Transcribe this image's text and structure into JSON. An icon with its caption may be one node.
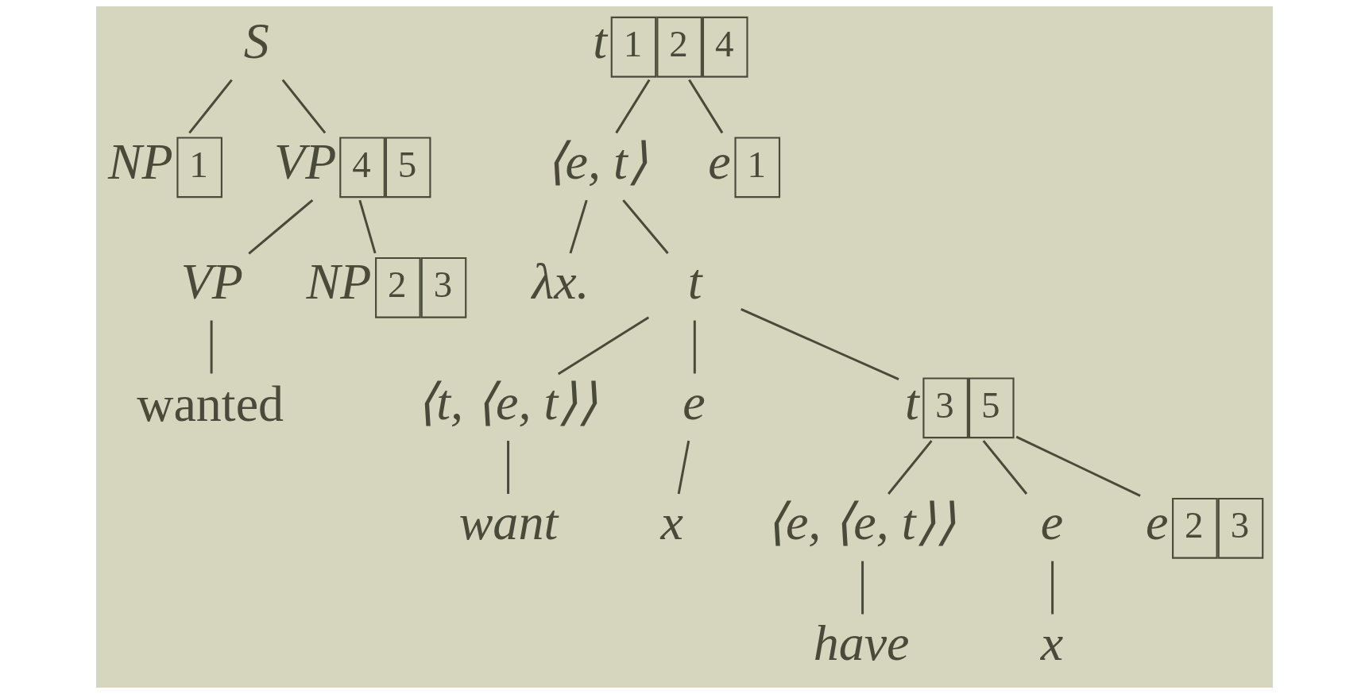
{
  "diagram": {
    "nodes": [
      {
        "text": [
          "S"
        ]
      },
      {
        "text": [
          "NP",
          "1"
        ]
      },
      {
        "text": [
          "VP",
          "4",
          "5"
        ]
      },
      {
        "text": [
          "VP"
        ]
      },
      {
        "text": [
          "NP",
          "2",
          "3"
        ]
      },
      {
        "text": [
          "wanted"
        ]
      },
      {
        "text": [
          "t",
          "1",
          "2",
          "4"
        ]
      },
      {
        "text": [
          "⟨e, t⟩"
        ]
      },
      {
        "text": [
          "e",
          "1"
        ]
      },
      {
        "text": [
          "λx."
        ]
      },
      {
        "text": [
          "t"
        ]
      },
      {
        "text": [
          "⟨t, ⟨e, t⟩⟩"
        ]
      },
      {
        "text": [
          "e"
        ]
      },
      {
        "text": [
          "t",
          "3",
          "5"
        ]
      },
      {
        "text": [
          "want"
        ]
      },
      {
        "text": [
          "x"
        ]
      },
      {
        "text": [
          "⟨e, ⟨e, t⟩⟩"
        ]
      },
      {
        "text": [
          "e"
        ]
      },
      {
        "text": [
          "e",
          "2",
          "3"
        ]
      },
      {
        "text": [
          "have"
        ]
      },
      {
        "text": [
          "x"
        ]
      }
    ],
    "edges": [
      {
        "from": 0,
        "to": 1,
        "arrow": "none"
      },
      {
        "from": 0,
        "to": 2,
        "arrow": "none"
      },
      {
        "from": 2,
        "to": 3,
        "arrow": "none"
      },
      {
        "from": 2,
        "to": 4,
        "arrow": "none"
      },
      {
        "from": 3,
        "to": 5,
        "arrow": "none"
      },
      {
        "from": 6,
        "to": 7,
        "arrow": "none"
      },
      {
        "from": 6,
        "to": 8,
        "arrow": "none"
      },
      {
        "from": 7,
        "to": 9,
        "arrow": "none"
      },
      {
        "from": 7,
        "to": 10,
        "arrow": "none"
      },
      {
        "from": 10,
        "to": 11,
        "arrow": "none"
      },
      {
        "from": 10,
        "to": 12,
        "arrow": "none"
      },
      {
        "from": 10,
        "to": 13,
        "arrow": "none"
      },
      {
        "from": 11,
        "to": 14,
        "arrow": "none"
      },
      {
        "from": 12,
        "to": 15,
        "arrow": "none"
      },
      {
        "from": 13,
        "to": 16,
        "arrow": "none"
      },
      {
        "from": 13,
        "to": 17,
        "arrow": "none"
      },
      {
        "from": 13,
        "to": 18,
        "arrow": "none"
      },
      {
        "from": 16,
        "to": 19,
        "arrow": "none"
      },
      {
        "from": 17,
        "to": 20,
        "arrow": "none"
      }
    ]
  }
}
